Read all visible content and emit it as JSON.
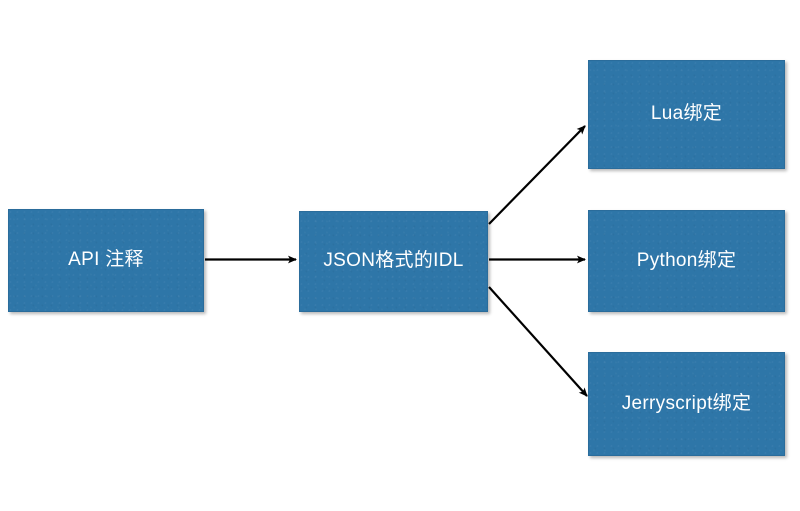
{
  "diagram": {
    "type": "flowchart",
    "title": "",
    "background_color": "#ffffff",
    "node_fill_color": "#2e76a8",
    "node_text_color": "#ffffff",
    "edge_color": "#000000",
    "nodes": [
      {
        "id": "api",
        "label": "API 注释",
        "icon": "process-box"
      },
      {
        "id": "idl",
        "label": "JSON格式的IDL",
        "icon": "process-box"
      },
      {
        "id": "lua",
        "label": "Lua绑定",
        "icon": "process-box"
      },
      {
        "id": "python",
        "label": "Python绑定",
        "icon": "process-box"
      },
      {
        "id": "jerry",
        "label": "Jerryscript绑定",
        "icon": "process-box"
      }
    ],
    "edges": [
      {
        "id": "api-to-idl",
        "from": "api",
        "to": "idl",
        "label": "",
        "style": "arrow"
      },
      {
        "id": "idl-to-lua",
        "from": "idl",
        "to": "lua",
        "label": "",
        "style": "arrow"
      },
      {
        "id": "idl-to-python",
        "from": "idl",
        "to": "python",
        "label": "",
        "style": "arrow"
      },
      {
        "id": "idl-to-jerry",
        "from": "idl",
        "to": "jerry",
        "label": "",
        "style": "arrow"
      }
    ]
  }
}
